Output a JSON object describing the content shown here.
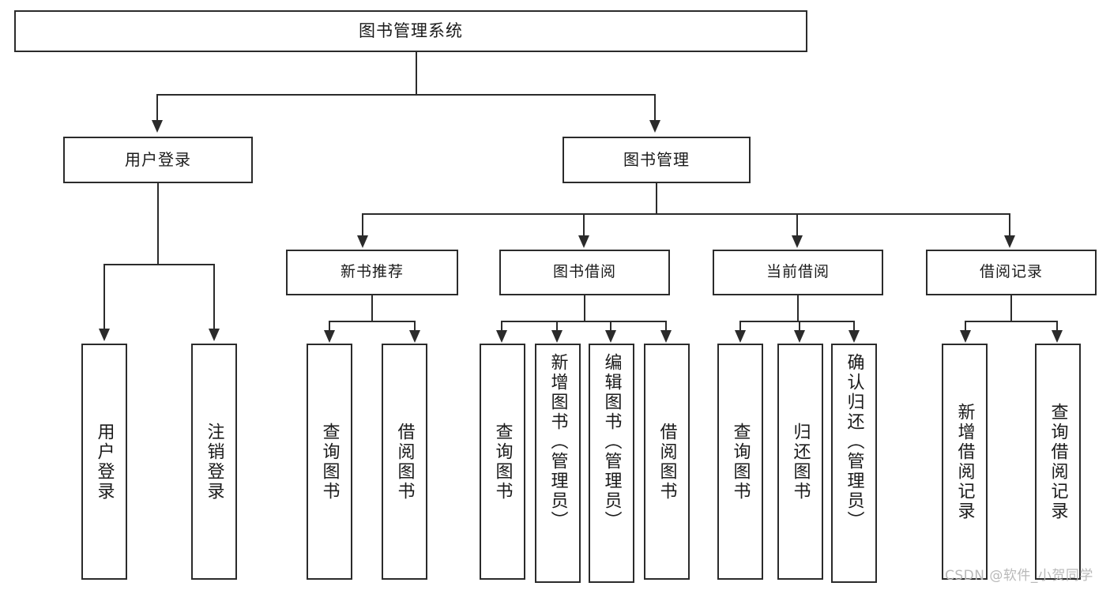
{
  "diagram": {
    "type": "tree-hierarchy",
    "title": "图书管理系统",
    "watermark": "CSDN @软件_小贺同学",
    "colors": {
      "stroke": "#2b2b2b",
      "fill": "#ffffff",
      "text": "#1a1a1a",
      "watermark": "#b9b9b9"
    },
    "nodes": {
      "root": {
        "label": "图书管理系统"
      },
      "level1": [
        {
          "label": "用户登录"
        },
        {
          "label": "图书管理"
        }
      ],
      "level2": [
        {
          "label": "新书推荐"
        },
        {
          "label": "图书借阅"
        },
        {
          "label": "当前借阅"
        },
        {
          "label": "借阅记录"
        }
      ],
      "leaves": [
        {
          "label": "用户登录"
        },
        {
          "label": "注销登录"
        },
        {
          "label": "查询图书"
        },
        {
          "label": "借阅图书"
        },
        {
          "label": "查询图书"
        },
        {
          "label": "新增图书（管理员）"
        },
        {
          "label": "编辑图书（管理员）"
        },
        {
          "label": "借阅图书"
        },
        {
          "label": "查询图书"
        },
        {
          "label": "归还图书"
        },
        {
          "label": "确认归还（管理员）"
        },
        {
          "label": "新增借阅记录"
        },
        {
          "label": "查询借阅记录"
        }
      ]
    },
    "edges": [
      {
        "from": "图书管理系统",
        "to": "用户登录"
      },
      {
        "from": "图书管理系统",
        "to": "图书管理"
      },
      {
        "from": "用户登录",
        "to": "用户登录"
      },
      {
        "from": "用户登录",
        "to": "注销登录"
      },
      {
        "from": "图书管理",
        "to": "新书推荐"
      },
      {
        "from": "图书管理",
        "to": "图书借阅"
      },
      {
        "from": "图书管理",
        "to": "当前借阅"
      },
      {
        "from": "图书管理",
        "to": "借阅记录"
      },
      {
        "from": "新书推荐",
        "to": "查询图书"
      },
      {
        "from": "新书推荐",
        "to": "借阅图书"
      },
      {
        "from": "图书借阅",
        "to": "查询图书"
      },
      {
        "from": "图书借阅",
        "to": "新增图书（管理员）"
      },
      {
        "from": "图书借阅",
        "to": "编辑图书（管理员）"
      },
      {
        "from": "图书借阅",
        "to": "借阅图书"
      },
      {
        "from": "当前借阅",
        "to": "查询图书"
      },
      {
        "from": "当前借阅",
        "to": "归还图书"
      },
      {
        "from": "当前借阅",
        "to": "确认归还（管理员）"
      },
      {
        "from": "借阅记录",
        "to": "新增借阅记录"
      },
      {
        "from": "借阅记录",
        "to": "查询借阅记录"
      }
    ]
  }
}
